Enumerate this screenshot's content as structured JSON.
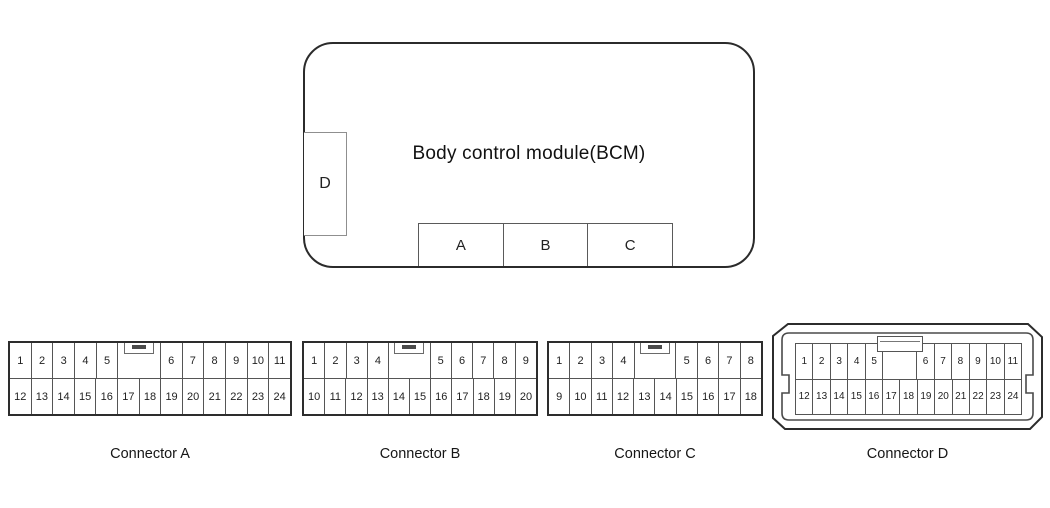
{
  "module": {
    "title": "Body control module(BCM)",
    "side_port": "D",
    "bottom_ports": [
      "A",
      "B",
      "C"
    ]
  },
  "connectors": [
    {
      "id": "A",
      "caption": "Connector A",
      "top_pins_before_gap": [
        "1",
        "2",
        "3",
        "4",
        "5"
      ],
      "gap_span": 2,
      "top_pins_after_gap": [
        "6",
        "7",
        "8",
        "9",
        "10",
        "11"
      ],
      "bottom_pins": [
        "12",
        "13",
        "14",
        "15",
        "16",
        "17",
        "18",
        "19",
        "20",
        "21",
        "22",
        "23",
        "24"
      ]
    },
    {
      "id": "B",
      "caption": "Connector B",
      "top_pins_before_gap": [
        "1",
        "2",
        "3",
        "4"
      ],
      "gap_span": 2,
      "top_pins_after_gap": [
        "5",
        "6",
        "7",
        "8",
        "9"
      ],
      "bottom_pins": [
        "10",
        "11",
        "12",
        "13",
        "14",
        "15",
        "16",
        "17",
        "18",
        "19",
        "20"
      ]
    },
    {
      "id": "C",
      "caption": "Connector C",
      "top_pins_before_gap": [
        "1",
        "2",
        "3",
        "4"
      ],
      "gap_span": 2,
      "top_pins_after_gap": [
        "5",
        "6",
        "7",
        "8"
      ],
      "bottom_pins": [
        "9",
        "10",
        "11",
        "12",
        "13",
        "14",
        "15",
        "16",
        "17",
        "18"
      ]
    },
    {
      "id": "D",
      "caption": "Connector D",
      "top_pins_before_gap": [
        "1",
        "2",
        "3",
        "4",
        "5"
      ],
      "gap_span": 2,
      "top_pins_after_gap": [
        "6",
        "7",
        "8",
        "9",
        "10",
        "11"
      ],
      "bottom_pins": [
        "12",
        "13",
        "14",
        "15",
        "16",
        "17",
        "18",
        "19",
        "20",
        "21",
        "22",
        "23",
        "24"
      ]
    }
  ],
  "colors": {
    "ink": "#2b2b2b",
    "grid_line": "#555555",
    "background": "#ffffff"
  }
}
